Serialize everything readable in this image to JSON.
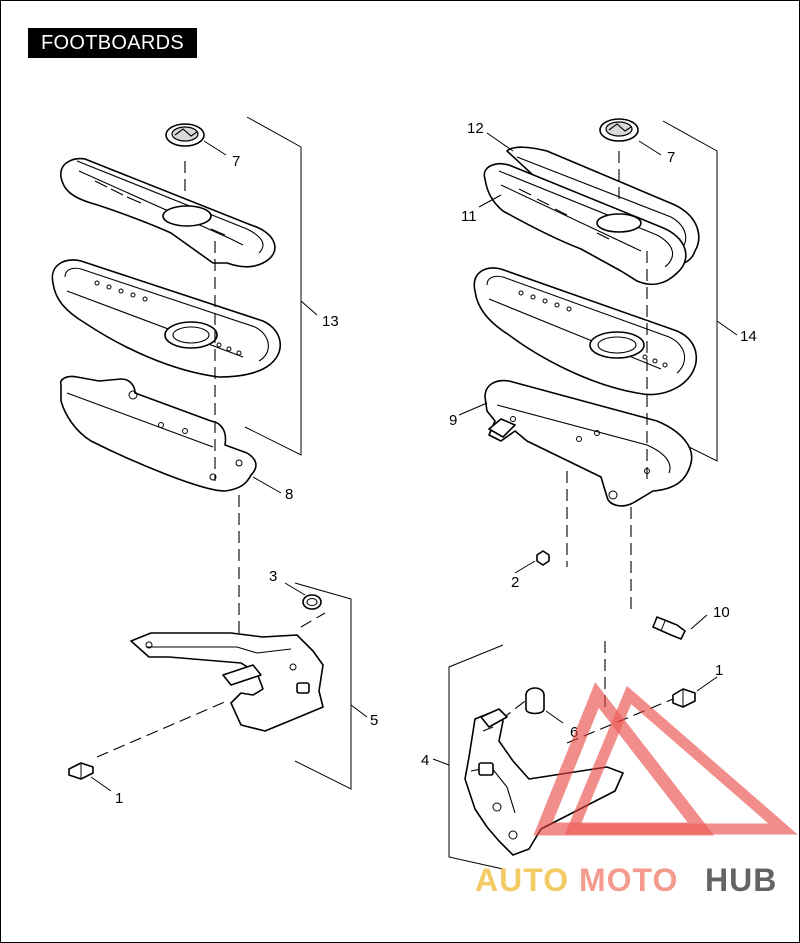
{
  "title": "FOOTBOARDS",
  "callouts": {
    "c1a": "1",
    "c1b": "1",
    "c2": "2",
    "c3": "3",
    "c4": "4",
    "c5": "5",
    "c6": "6",
    "c7a": "7",
    "c7b": "7",
    "c8": "8",
    "c9": "9",
    "c10": "10",
    "c11": "11",
    "c12": "12",
    "c13": "13",
    "c14": "14"
  },
  "watermark": {
    "auto": "AUTO",
    "moto": "MOTO",
    "hub": "HUB",
    "color_auto": "#f2c24a",
    "color_moto": "#f28a7a",
    "color_hub": "#4a4a4a",
    "logo_color": "#e8433d"
  }
}
